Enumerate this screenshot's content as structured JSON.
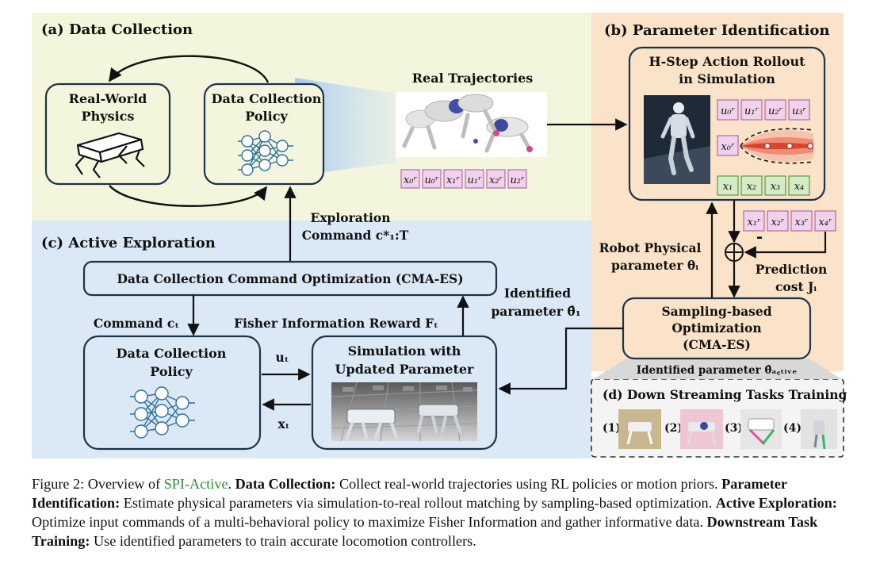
{
  "panels": {
    "a_title": "(a) Data Collection",
    "b_title": "(b) Parameter Identification",
    "c_title": "(c) Active Exploration",
    "d_title": "(d) Down Streaming Tasks Training"
  },
  "a": {
    "real_world_1": "Real-World",
    "real_world_2": "Physics",
    "dc_policy_1": "Data Collection",
    "dc_policy_2": "Policy",
    "real_traj": "Real Trajectories",
    "traj_tokens": [
      "x₀ʳ",
      "u₀ʳ",
      "x₁ʳ",
      "u₁ʳ",
      "x₂ʳ",
      "u₂ʳ"
    ]
  },
  "b": {
    "rollout_1": "H-Step Action Rollout",
    "rollout_2": "in Simulation",
    "u_tokens": [
      "u₀ʳ",
      "u₁ʳ",
      "u₂ʳ",
      "u₃ʳ"
    ],
    "x0_token": "x₀ʳ",
    "x_tokens": [
      "x₁",
      "x₂",
      "x₃",
      "x₄"
    ],
    "xr_tokens": [
      "x₁ʳ",
      "x₂ʳ",
      "x₃ʳ",
      "x₄ʳ"
    ],
    "minus": "-",
    "robot_param_1": "Robot Physical",
    "robot_param_2": "parameter θᵢ",
    "pred_cost_1": "Prediction",
    "pred_cost_2": "cost Jᵢ",
    "sbo_1": "Sampling-based",
    "sbo_2": "Optimization",
    "sbo_3": "(CMA-ES)",
    "identified_active": "Identified parameter θ̂ₐ꜀ₜᵢᵥₑ"
  },
  "c": {
    "exploration_1": "Exploration",
    "exploration_2": "Command c*₁:T",
    "dcco": "Data Collection Command Optimization (CMA-ES)",
    "identified_1": "Identified",
    "identified_2": "parameter θ̂₁",
    "command": "Command cₜ",
    "fisher": "Fisher Information Reward Fₜ",
    "policy_1": "Data Collection",
    "policy_2": "Policy",
    "u_t": "uₜ",
    "x_t": "xₜ",
    "sim_1": "Simulation with",
    "sim_2": "Updated Parameter"
  },
  "d": {
    "tasks": [
      "(1)",
      "(2)",
      "(3)",
      "(4)"
    ]
  },
  "caption": {
    "fig": "Figure 2: Overview of ",
    "name": "SPI-Active",
    "t1": ". ",
    "dc_label": "Data Collection:",
    "dc_text": " Collect real-world trajectories using RL policies or motion priors. ",
    "pi_label": "Parameter Identification:",
    "pi_text": " Estimate physical parameters via simulation-to-real rollout matching by sampling-based optimization. ",
    "ae_label": "Active Exploration:",
    "ae_text": " Optimize input commands of a multi-behavioral policy to maximize Fisher Information and gather informative data. ",
    "dt_label": "Downstream Task Training:",
    "dt_text": " Use identified parameters to train accurate locomotion controllers."
  },
  "colors": {
    "panel_a": "#f3f6dc",
    "panel_b": "#fae3c8",
    "panel_c": "#dbe8f5",
    "panel_d": "#f4f4f4",
    "token_pink": "#f1d2ec",
    "token_pink_border": "#b367a8",
    "token_green": "#d4ecc6",
    "token_green_border": "#5e9a47",
    "box_border": "#1f3346",
    "spi_green": "#2e8b3a"
  }
}
